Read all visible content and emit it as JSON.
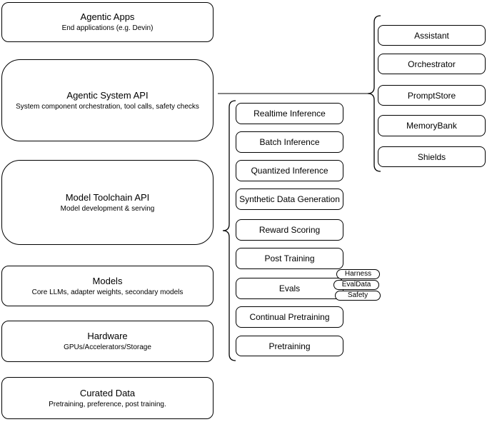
{
  "stack": {
    "layers": [
      {
        "title": "Agentic Apps",
        "subtitle": "End applications (e.g. Devin)"
      },
      {
        "title": "Agentic System API",
        "subtitle": "System component orchestration, tool calls, safety checks"
      },
      {
        "title": "Model Toolchain API",
        "subtitle": "Model development & serving"
      },
      {
        "title": "Models",
        "subtitle": "Core LLMs, adapter weights, secondary models"
      },
      {
        "title": "Hardware",
        "subtitle": "GPUs/Accelerators/Storage"
      },
      {
        "title": "Curated Data",
        "subtitle": "Pretraining, preference, post training."
      }
    ]
  },
  "toolchain": {
    "items": [
      "Realtime Inference",
      "Batch Inference",
      "Quantized Inference",
      "Synthetic Data Generation",
      "Reward Scoring",
      "Post Training",
      "Evals",
      "Continual Pretraining",
      "Pretraining"
    ]
  },
  "evals": {
    "tags": [
      "Harness",
      "EvalData",
      "Safety"
    ]
  },
  "system_components": {
    "items": [
      "Assistant",
      "Orchestrator",
      "PromptStore",
      "MemoryBank",
      "Shields"
    ]
  },
  "colors": {
    "background": "#ffffff",
    "node_fill": "#ffffff",
    "border": "#000000",
    "text": "#000000",
    "connector": "#595959"
  }
}
